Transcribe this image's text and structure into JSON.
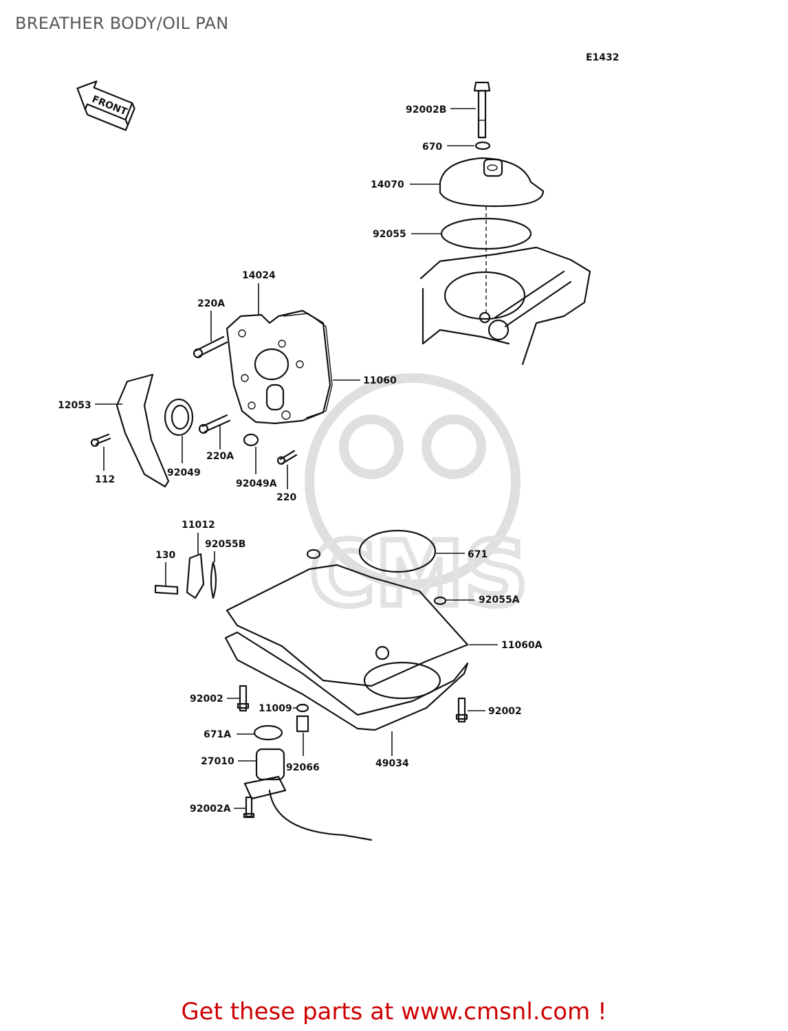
{
  "title": "BREATHER BODY/OIL PAN",
  "diagram_code": "E1432",
  "front_label": "FRONT",
  "footer": "Get these parts at www.cmsnl.com !",
  "watermark": "CMS",
  "part_labels": {
    "p92002B": "92002B",
    "p670": "670",
    "p14070": "14070",
    "p92055": "92055",
    "p14024": "14024",
    "p220A_top": "220A",
    "p11060": "11060",
    "p12053": "12053",
    "p112": "112",
    "p92049": "92049",
    "p220A_bot": "220A",
    "p92049A": "92049A",
    "p220": "220",
    "p11012": "11012",
    "p130": "130",
    "p92055B": "92055B",
    "p671": "671",
    "p92055A": "92055A",
    "p11060A": "11060A",
    "p92002_left": "92002",
    "p11009": "11009",
    "p92002_right": "92002",
    "p671A": "671A",
    "p27010": "27010",
    "p92066": "92066",
    "p49034": "49034",
    "p92002A": "92002A"
  }
}
